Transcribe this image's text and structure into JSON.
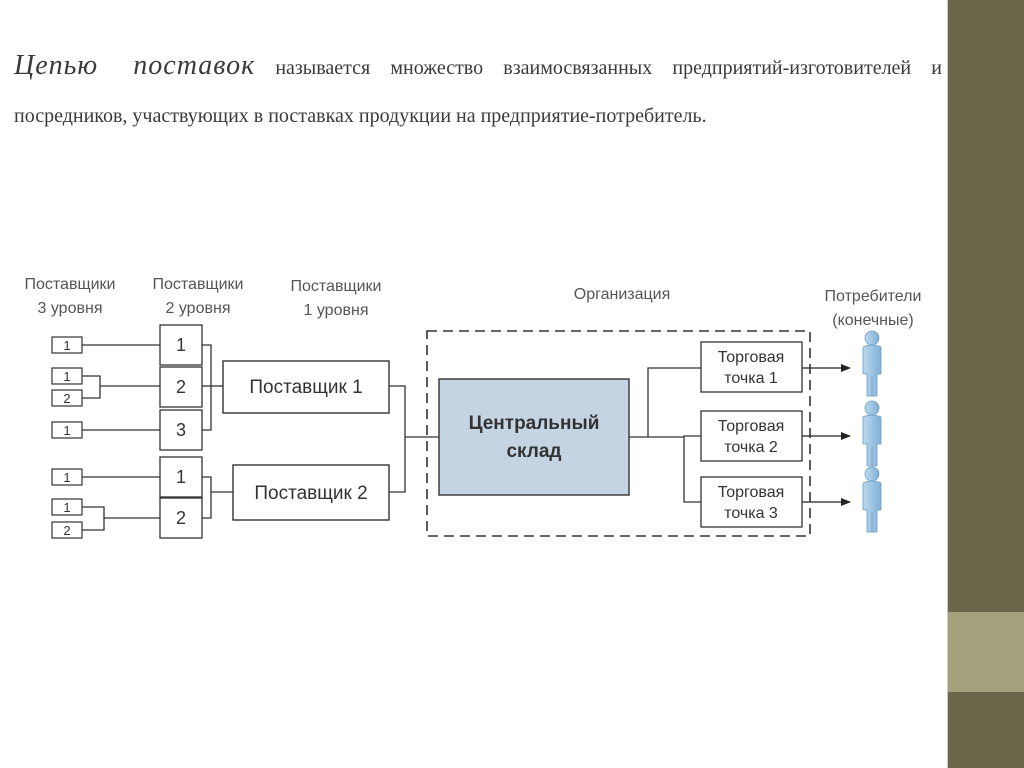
{
  "definition": {
    "term": "Цепью поставок",
    "text": " называется множество взаимосвязанных предприятий-изготовителей и посредников, участвующих в поставках продукции на предприятие-потребитель."
  },
  "columns": {
    "tier3": [
      "Поставщики",
      "3 уровня"
    ],
    "tier2": [
      "Поставщики",
      "2 уровня"
    ],
    "tier1": [
      "Поставщики",
      "1 уровня"
    ],
    "organization": "Организация",
    "consumers": [
      "Потребители",
      "(конечные)"
    ]
  },
  "tier3_boxes": [
    "1",
    "1",
    "2",
    "1",
    "1",
    "1",
    "2"
  ],
  "tier2_boxes": [
    "1",
    "2",
    "3",
    "1",
    "2"
  ],
  "suppliers": [
    "Поставщик 1",
    "Поставщик 2"
  ],
  "central_warehouse": [
    "Центральный",
    "склад"
  ],
  "outlets": [
    [
      "Торговая",
      "точка 1"
    ],
    [
      "Торговая",
      "точка 2"
    ],
    [
      "Торговая",
      "точка 3"
    ]
  ],
  "colors": {
    "band_dark": "#6b654a",
    "band_light": "#a4a27c",
    "warehouse_fill": "#c5d4e3",
    "figure": "#9ec4e2"
  },
  "icons": [
    "person-icon"
  ]
}
